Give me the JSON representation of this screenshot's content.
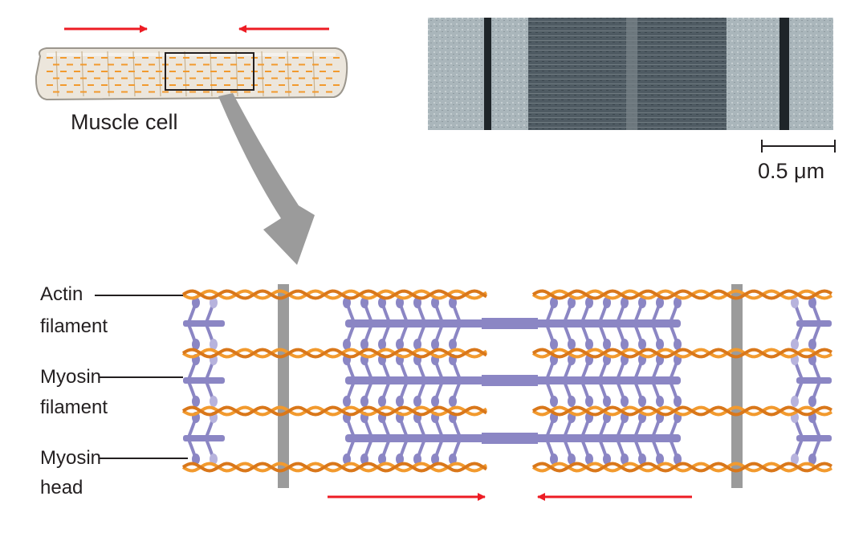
{
  "cell_label": "Muscle cell",
  "scale_bar_label": "0.5 μm",
  "labels": {
    "actin": [
      "Actin",
      "filament"
    ],
    "myosin_filament": [
      "Myosin",
      "filament"
    ],
    "myosin_head": [
      "Myosin",
      "head"
    ]
  },
  "colors": {
    "arrow": "#ed1c24",
    "actin": "#f29a2e",
    "actin_dark": "#d9771a",
    "myosin": "#8b86c4",
    "myosin_light": "#b7b3dd",
    "z_line": "#9b9b9b",
    "cell_fill": "#ece6dc",
    "cell_stroke": "#9b968d"
  }
}
